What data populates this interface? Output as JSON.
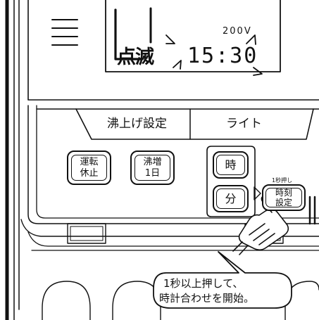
{
  "panel": {
    "display": {
      "blink_text": "点滅",
      "time": "15:30",
      "voltage": "200V"
    },
    "tabs": {
      "boil_settings": "沸上げ設定",
      "light": "ライト"
    },
    "buttons": {
      "operation_top": "運転",
      "operation_bottom": "休止",
      "boost_top": "沸増",
      "boost_bottom": "1日",
      "hour": "時",
      "minute": "分",
      "clock_top": "時刻",
      "clock_bottom": "設定"
    },
    "hint_above_clock": "1秒押し"
  },
  "callout": {
    "line1": "1秒以上押して、",
    "line2": "時計合わせを開始。"
  }
}
